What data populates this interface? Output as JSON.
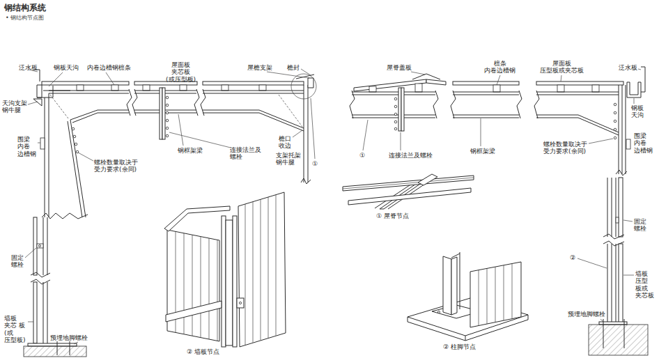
{
  "diagram": {
    "title": "钢结构系统",
    "labels": [
      "• 钢结构节点图",
      "泛水板",
      "钢板天沟",
      "内卷边槽钢檩条",
      "屋面板 夹芯板(或压型板)",
      "屋檐支架",
      "檐封",
      "天沟支架 钢牛腿",
      "围梁 内卷 边槽钢",
      "螺栓数量取决于 受力要求(余同)",
      "钢框架梁",
      "连接法兰及 螺栓",
      "檐口 收边",
      "支架托架 钢牛腿",
      "①",
      "固定 螺栓",
      "墙板 夹芯 板(或 压型板)",
      "预埋地脚螺栓",
      "② 墙板节点",
      "屋脊盖板",
      "檩条 内卷边槽钢",
      "屋面板 压型板或夹芯板",
      "泛水板",
      "钢板 天沟",
      "围梁 内卷 边槽钢",
      "螺栓数量取决于 受力要求(余同)",
      "①",
      "连接法兰及螺栓",
      "钢框架梁",
      "① 屋脊节点",
      "固定 螺栓",
      "②",
      "墙板 压型 板或 夹芯板",
      "预埋地脚螺栓",
      "② 柱脚节点"
    ]
  }
}
